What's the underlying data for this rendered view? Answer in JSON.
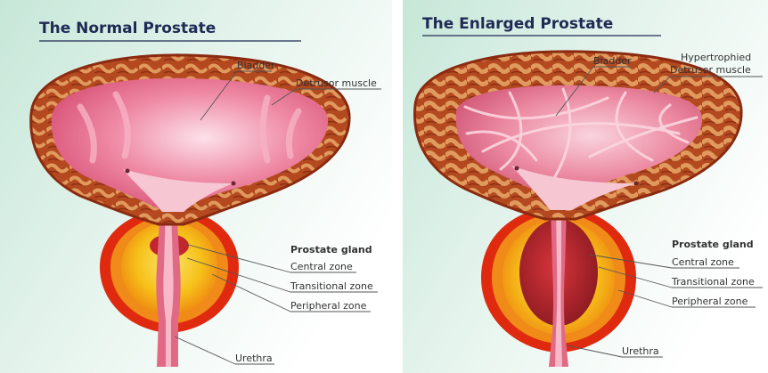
{
  "left": {
    "title": "The Normal Prostate",
    "labels": {
      "bladder": "Bladder",
      "detrusor": "Detrusor muscle",
      "prostate_gland": "Prostate gland",
      "central_zone": "Central zone",
      "transitional_zone": "Transitional zone",
      "peripheral_zone": "Peripheral zone",
      "urethra": "Urethra"
    }
  },
  "right": {
    "title": "The Enlarged Prostate",
    "labels": {
      "bladder": "Bladder",
      "detrusor_line1": "Hypertrophied",
      "detrusor_line2": "Detrusor muscle",
      "prostate_gland": "Prostate gland",
      "central_zone": "Central zone",
      "transitional_zone": "Transitional zone",
      "peripheral_zone": "Peripheral zone",
      "urethra": "Urethra"
    }
  },
  "colors": {
    "background_gradient_start": "#c6e7d8",
    "background_gradient_end": "#ffffff",
    "title": "#1f2a55",
    "muscle_outer": "#b4491f",
    "muscle_fold": "#d8884f",
    "bladder_inner": "#e9708e",
    "prostate_outer": "#e02a10",
    "prostate_mid": "#f6c21a",
    "prostate_inner": "#c1272d"
  }
}
